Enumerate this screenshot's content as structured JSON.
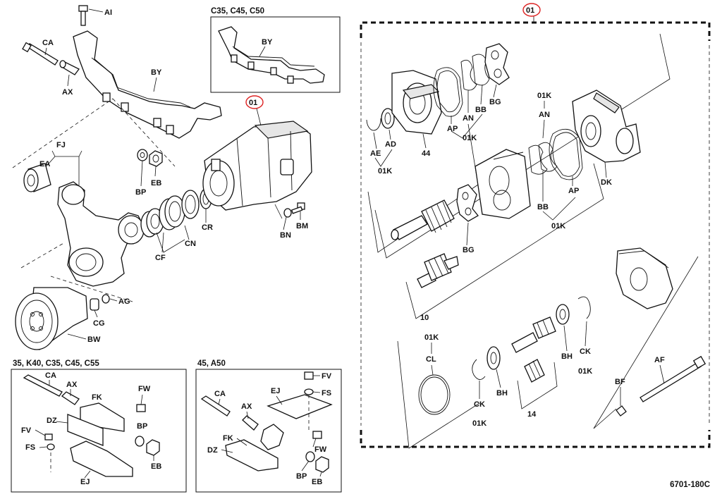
{
  "diagram_id": "6701-180C",
  "assembly_ref": "01",
  "colors": {
    "line": "#111111",
    "highlight": "#dd2222",
    "background": "#ffffff"
  },
  "insets": {
    "top": {
      "title": "C35, C45, C50",
      "labels": [
        "BY"
      ]
    },
    "bottom_left": {
      "title": "35, K40, C35, C45, C55",
      "labels": [
        "CA",
        "AX",
        "FK",
        "FW",
        "DZ",
        "BP",
        "FV",
        "FS",
        "EB",
        "EJ"
      ]
    },
    "bottom_middle": {
      "title": "45, A50",
      "labels": [
        "FV",
        "CA",
        "EJ",
        "AX",
        "FS",
        "FK",
        "FW",
        "DZ",
        "BP",
        "EB"
      ]
    }
  },
  "labels": {
    "main_left": [
      "AI",
      "CA",
      "AX",
      "BY",
      "FJ",
      "EA",
      "BP",
      "EB",
      "CR",
      "CN",
      "CF",
      "AG",
      "CG",
      "BW",
      "BN",
      "BM"
    ],
    "pump_exploded": [
      "AE",
      "AD",
      "01K",
      "44",
      "AP",
      "AN",
      "BB",
      "BG",
      "01K",
      "AN",
      "DK",
      "AP",
      "BB",
      "01K",
      "BG",
      "10",
      "CL",
      "01K",
      "CK",
      "01K",
      "BH",
      "14",
      "BH",
      "CK",
      "01K",
      "AF",
      "BF"
    ]
  }
}
